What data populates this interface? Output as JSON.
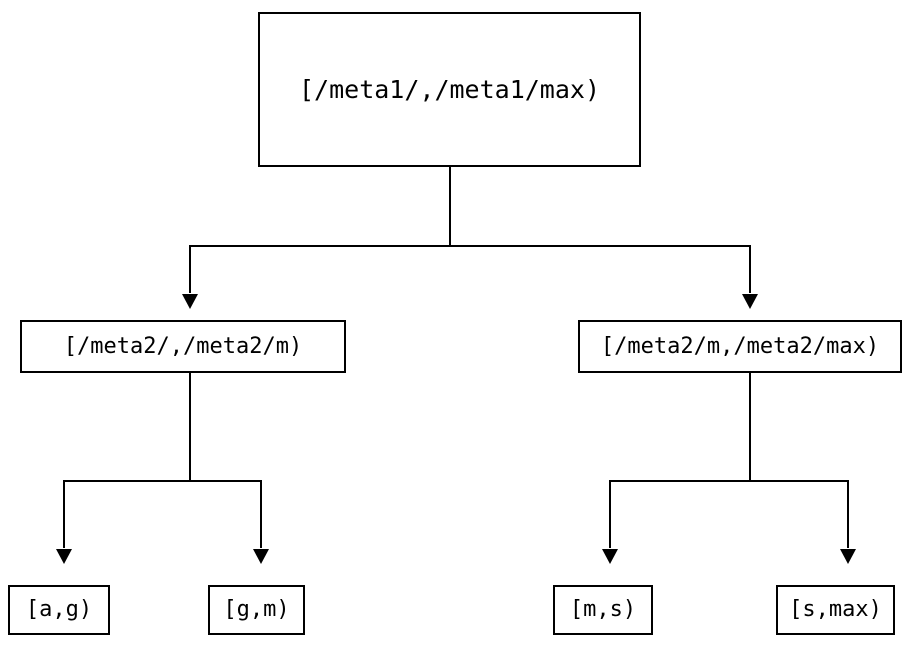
{
  "diagram": {
    "type": "tree",
    "orientation": "top-down",
    "background_color": "#ffffff",
    "line_color": "#000000",
    "text_color": "#000000",
    "edge_style": "orthogonal-elbow-with-filled-triangle-arrowhead",
    "levels": 3,
    "nodes": {
      "root": {
        "label": "[/meta1/,/meta1/max)"
      },
      "level2": [
        {
          "label": "[/meta2/,/meta2/m)"
        },
        {
          "label": "[/meta2/m,/meta2/max)"
        }
      ],
      "leaves": [
        {
          "label": "[a,g)"
        },
        {
          "label": "[g,m)"
        },
        {
          "label": "[m,s)"
        },
        {
          "label": "[s,max)"
        }
      ]
    }
  }
}
